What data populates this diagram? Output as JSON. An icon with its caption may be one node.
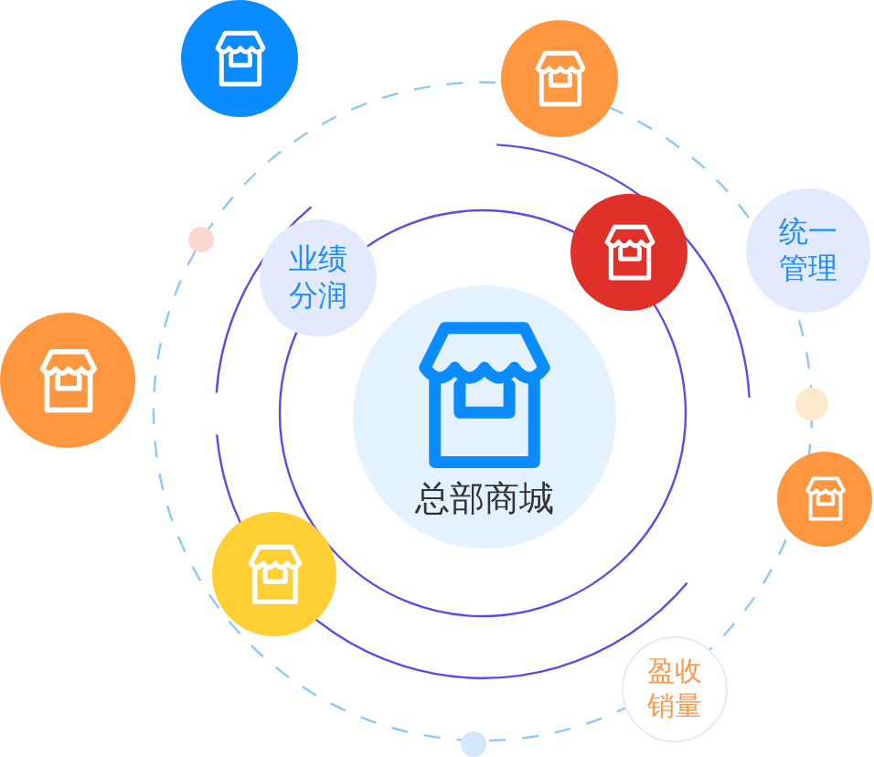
{
  "diagram": {
    "nodes": [
      {
        "text": [],
        "shape": "circle"
      },
      {
        "text": [],
        "shape": "circle"
      },
      {
        "text": [
          "业绩分润"
        ]
      },
      {
        "text": [],
        "shape": "circle"
      },
      {
        "text": [
          "统一管理"
        ]
      },
      {
        "text": [
          "总部商城"
        ]
      },
      {
        "text": [],
        "shape": "circle"
      },
      {
        "text": [],
        "shape": "circle"
      },
      {
        "text": [],
        "shape": "circle"
      },
      {
        "text": [
          "盈收销量"
        ]
      }
    ],
    "edges": []
  }
}
